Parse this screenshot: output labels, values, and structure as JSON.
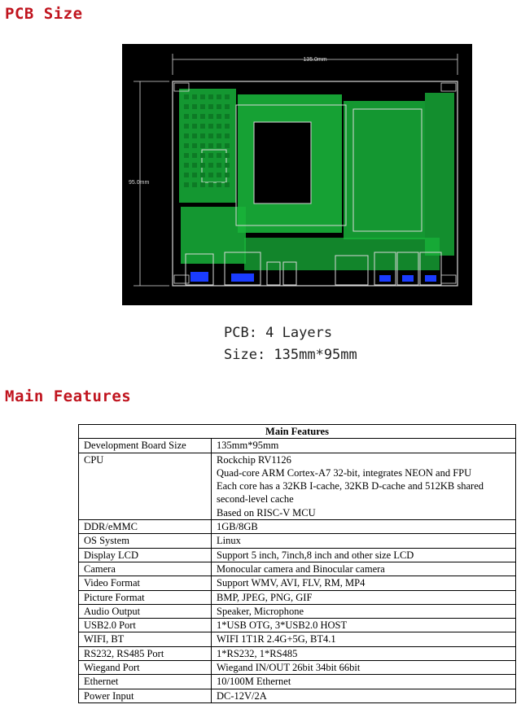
{
  "sections": {
    "pcb_size_title": "PCB Size",
    "main_features_title": "Main Features"
  },
  "pcb": {
    "dim_width": "135.0mm",
    "dim_height": "95.0mm",
    "caption_layers": "PCB: 4 Layers",
    "caption_size": "Size: 135mm*95mm",
    "colors": {
      "background": "#000000",
      "trace": "#18b23a",
      "outline": "#d8d8d8",
      "pad": "#1a3cff"
    }
  },
  "table": {
    "header": "Main Features",
    "rows": [
      {
        "key": "Development Board Size",
        "value": [
          "135mm*95mm"
        ]
      },
      {
        "key": "CPU",
        "value": [
          "Rockchip RV1126",
          "Quad-core ARM Cortex-A7 32-bit, integrates NEON and FPU",
          "Each core has a 32KB I-cache, 32KB D-cache and 512KB shared",
          "second-level cache",
          "Based on RISC-V MCU"
        ]
      },
      {
        "key": "DDR/eMMC",
        "value": [
          "1GB/8GB"
        ]
      },
      {
        "key": "OS System",
        "value": [
          "Linux"
        ]
      },
      {
        "key": "Display LCD",
        "value": [
          "Support 5 inch, 7inch,8 inch and other size LCD"
        ]
      },
      {
        "key": "Camera",
        "value": [
          "Monocular camera and Binocular camera"
        ]
      },
      {
        "key": "Video Format",
        "value": [
          "Support WMV, AVI, FLV, RM, MP4"
        ]
      },
      {
        "key": "Picture Format",
        "value": [
          "BMP, JPEG, PNG, GIF"
        ]
      },
      {
        "key": "Audio Output",
        "value": [
          "Speaker, Microphone"
        ]
      },
      {
        "key": "USB2.0 Port",
        "value": [
          "1*USB OTG, 3*USB2.0 HOST"
        ]
      },
      {
        "key": "WIFI, BT",
        "value": [
          "WIFI 1T1R 2.4G+5G, BT4.1"
        ]
      },
      {
        "key": "RS232, RS485 Port",
        "value": [
          "1*RS232, 1*RS485"
        ]
      },
      {
        "key": "Wiegand Port",
        "value": [
          "Wiegand IN/OUT 26bit 34bit 66bit"
        ]
      },
      {
        "key": "Ethernet",
        "value": [
          "10/100M Ethernet"
        ]
      },
      {
        "key": "Power Input",
        "value": [
          "DC-12V/2A"
        ]
      }
    ]
  }
}
